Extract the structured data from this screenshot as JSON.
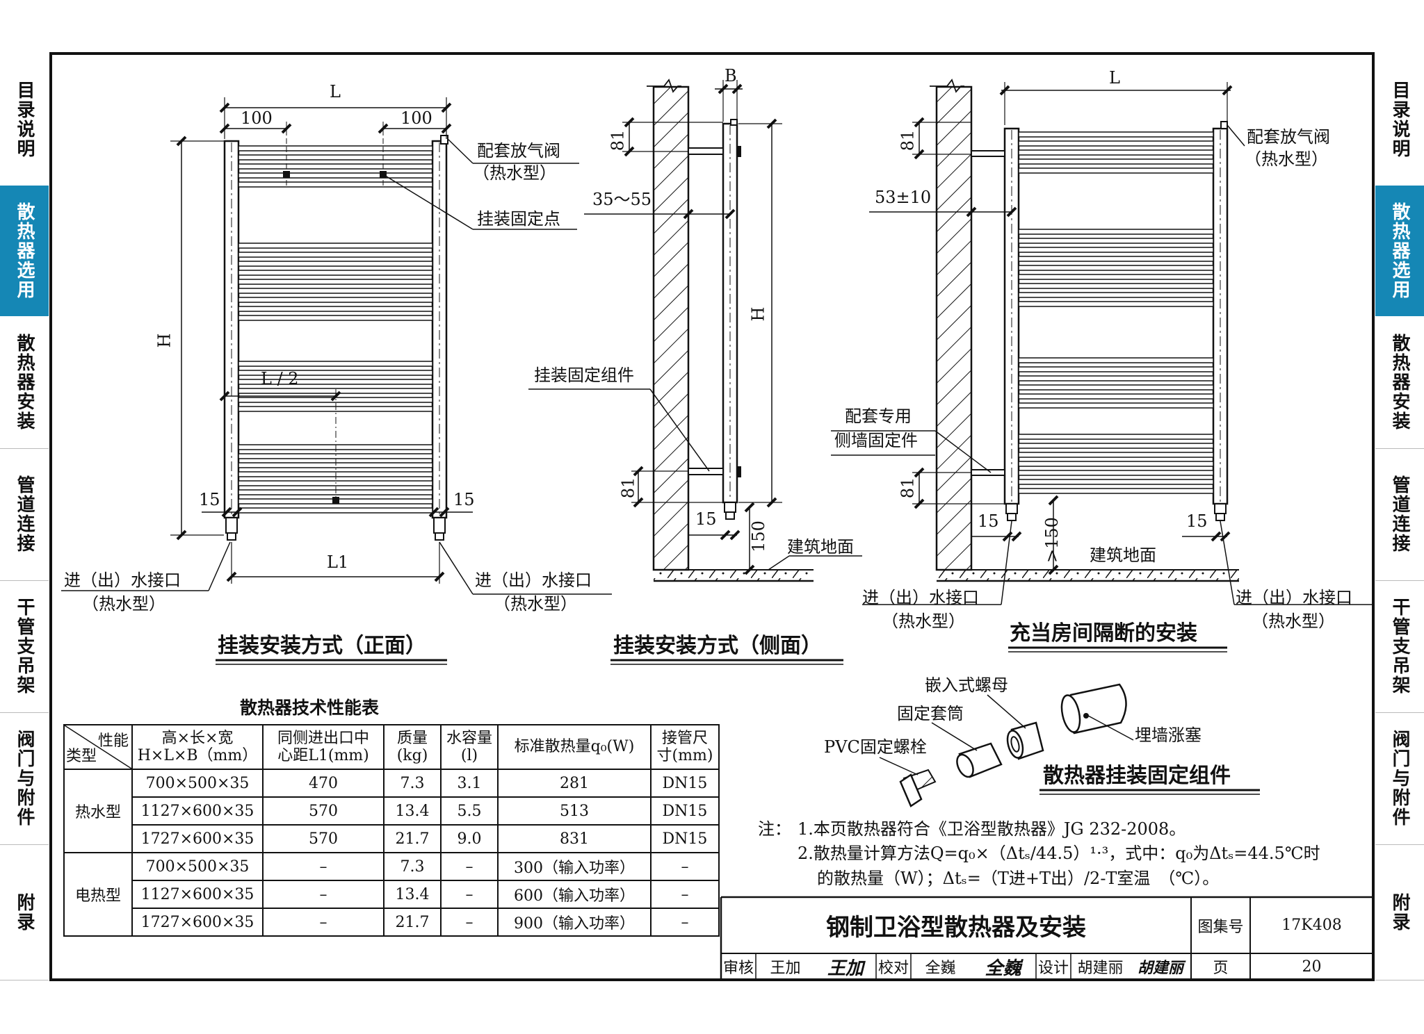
{
  "side_tabs": [
    {
      "label": "目录说明",
      "active": false
    },
    {
      "label": "散热器选用",
      "active": true
    },
    {
      "label": "散热器安装",
      "active": false
    },
    {
      "label": "管道连接",
      "active": false
    },
    {
      "label": "干管支吊架",
      "active": false
    },
    {
      "label": "阀门与附件",
      "active": false
    },
    {
      "label": "附录",
      "active": false
    }
  ],
  "colors": {
    "accent": "#1587b5",
    "line": "#111111"
  },
  "front_view": {
    "title": "挂装安装方式（正面）",
    "dim_L": "L",
    "dim_100_left": "100",
    "dim_100_right": "100",
    "dim_H": "H",
    "dim_L_half": "L / 2",
    "dim_15_left": "15",
    "dim_15_right": "15",
    "dim_L1": "L1",
    "label_valve_1": "配套放气阀",
    "label_valve_2": "（热水型）",
    "label_fixing_point": "挂装固定点",
    "label_inlet_left_1": "进（出）水接口",
    "label_inlet_left_2": "（热水型）",
    "label_inlet_right_1": "进（出）水接口",
    "label_inlet_right_2": "（热水型）"
  },
  "side_view": {
    "title": "挂装安装方式（侧面）",
    "dim_B": "B",
    "dim_81_top": "81",
    "dim_35_55": "35～55",
    "dim_H": "H",
    "label_fixing_assembly": "挂装固定组件",
    "dim_81_bottom": "81",
    "dim_15": "15",
    "dim_150": "150",
    "label_floor": "建筑地面"
  },
  "partition_view": {
    "title": "充当房间隔断的安装",
    "dim_L": "L",
    "dim_81_top": "81",
    "dim_53": "53±10",
    "label_valve_1": "配套放气阀",
    "label_valve_2": "（热水型）",
    "label_side_fix_1": "配套专用",
    "label_side_fix_2": "侧墙固定件",
    "dim_81_bottom": "81",
    "dim_15_left": "15",
    "dim_gt150": ">150",
    "dim_15_right": "15",
    "label_floor": "建筑地面",
    "label_inlet_left_1": "进（出）水接口",
    "label_inlet_left_2": "（热水型）",
    "label_inlet_right_1": "进（出）水接口",
    "label_inlet_right_2": "（热水型）"
  },
  "assembly": {
    "title": "散热器挂装固定组件",
    "label_nut": "嵌入式螺母",
    "label_sleeve": "固定套筒",
    "label_bolt": "PVC固定螺栓",
    "label_plug": "埋墙涨塞"
  },
  "spec_table": {
    "title": "散热器技术性能表",
    "header_type_a": "性能",
    "header_type_b": "类型",
    "headers": [
      "高×长×宽\nH×L×B（mm）",
      "同侧进出口中\n心距L1(mm)",
      "质量\n(kg)",
      "水容量\n(l)",
      "标准散热量q₀(W)",
      "接管尺\n寸(mm)"
    ],
    "groups": [
      {
        "type": "热水型",
        "rows": [
          [
            "700×500×35",
            "470",
            "7.3",
            "3.1",
            "281",
            "DN15"
          ],
          [
            "1127×600×35",
            "570",
            "13.4",
            "5.5",
            "513",
            "DN15"
          ],
          [
            "1727×600×35",
            "570",
            "21.7",
            "9.0",
            "831",
            "DN15"
          ]
        ]
      },
      {
        "type": "电热型",
        "rows": [
          [
            "700×500×35",
            "–",
            "7.3",
            "–",
            "300（输入功率）",
            "–"
          ],
          [
            "1127×600×35",
            "–",
            "13.4",
            "–",
            "600（输入功率）",
            "–"
          ],
          [
            "1727×600×35",
            "–",
            "21.7",
            "–",
            "900（输入功率）",
            "–"
          ]
        ]
      }
    ]
  },
  "notes": {
    "prefix": "注：",
    "note1": "1.本页散热器符合《卫浴型散热器》JG 232-2008。",
    "note2": "2.散热量计算方法Q=q₀×（Δtₛ/44.5）¹·³，式中：q₀为Δtₛ=44.5℃时",
    "note3": "的散热量（W）；Δtₛ=（T进+T出）/2-T室温　（℃）。"
  },
  "title_block": {
    "drawing_title": "钢制卫浴型散热器及安装",
    "atlas_label": "图集号",
    "atlas_no": "17K408",
    "review_label": "审核",
    "reviewer": "王加",
    "reviewer_sig": "王加",
    "check_label": "校对",
    "checker": "全巍",
    "checker_sig": "全巍",
    "design_label": "设计",
    "designer": "胡建丽",
    "designer_sig": "胡建丽",
    "page_label": "页",
    "page_no": "20"
  }
}
